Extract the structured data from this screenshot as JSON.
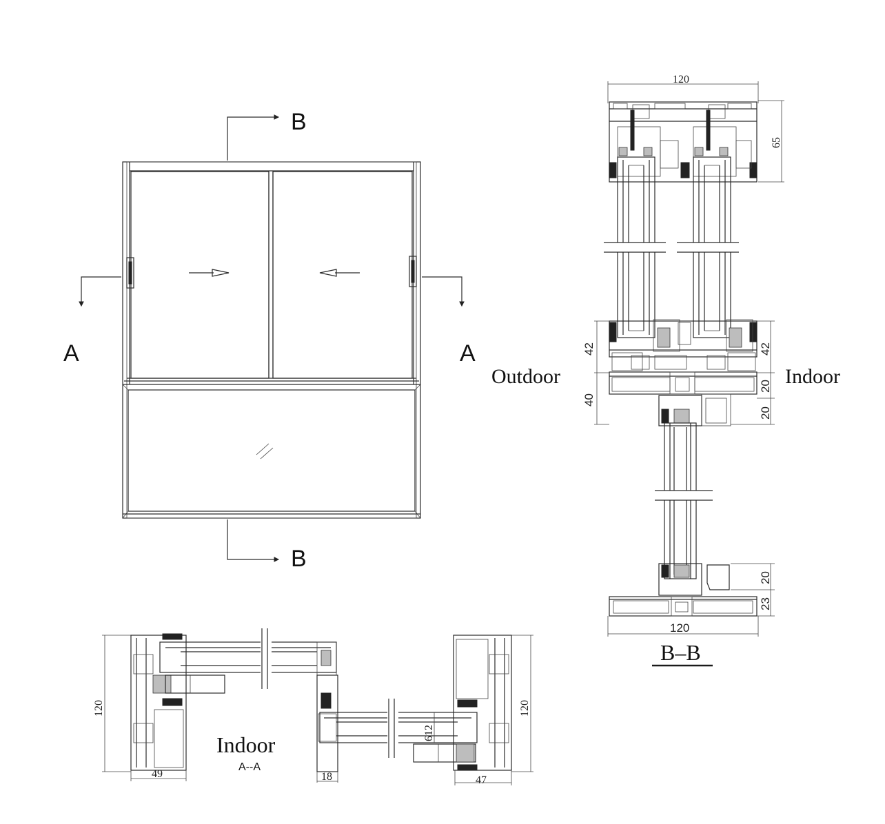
{
  "elevation": {
    "section_a": "A",
    "section_b": "B"
  },
  "section_bb": {
    "title": "B–B",
    "top_width": "120",
    "bottom_width": "120",
    "head_height": "65",
    "dim_42_left": "42",
    "dim_40_left": "40",
    "dim_42_right": "42",
    "dim_20_right_a": "20",
    "dim_20_right_b": "20",
    "dim_20_bottom": "20",
    "dim_23_bottom": "23",
    "outdoor": "Outdoor",
    "indoor": "Indoor"
  },
  "section_aa": {
    "title": "A--A",
    "indoor": "Indoor",
    "left_height": "120",
    "right_height": "120",
    "left_width": "49",
    "mid_width": "18",
    "right_width": "47",
    "inner_dim": "612"
  }
}
